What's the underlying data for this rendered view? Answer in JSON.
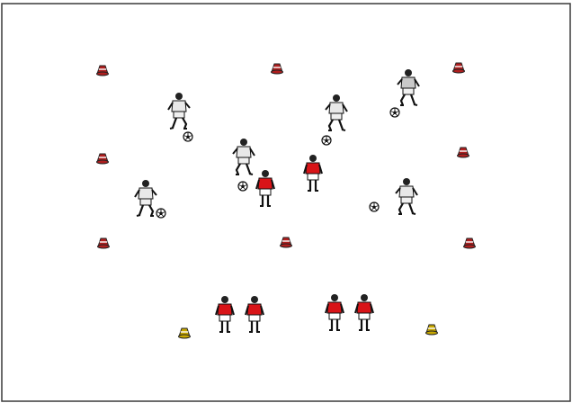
{
  "diagram": {
    "colors": {
      "background": "#ffffff",
      "border": "#3a3a3a",
      "red_cone": "#b01e1e",
      "yellow_cone": "#c8a800",
      "red_kit": "#d81418",
      "white_kit": "#e8e8e8",
      "grey_kit": "#c9c9c9",
      "skin": "#222222",
      "ball": "#111111"
    },
    "cones": [
      {
        "color": "red"
      },
      {
        "color": "red"
      },
      {
        "color": "red"
      },
      {
        "color": "red"
      },
      {
        "color": "red"
      },
      {
        "color": "red"
      },
      {
        "color": "red"
      },
      {
        "color": "red"
      },
      {
        "color": "yellow"
      },
      {
        "color": "yellow"
      }
    ],
    "players": [
      {
        "team": "white",
        "role": "dribbler"
      },
      {
        "team": "white",
        "role": "dribbler"
      },
      {
        "team": "white",
        "role": "dribbler"
      },
      {
        "team": "white",
        "role": "dribbler"
      },
      {
        "team": "white",
        "role": "dribbler"
      },
      {
        "team": "grey",
        "role": "dribbler"
      },
      {
        "team": "red",
        "role": "defender"
      },
      {
        "team": "red",
        "role": "defender"
      },
      {
        "team": "red",
        "role": "waiting"
      },
      {
        "team": "red",
        "role": "waiting"
      },
      {
        "team": "red",
        "role": "waiting"
      },
      {
        "team": "red",
        "role": "waiting"
      }
    ],
    "balls": [
      {
        "icon": "soccer-ball-icon"
      },
      {
        "icon": "soccer-ball-icon"
      },
      {
        "icon": "soccer-ball-icon"
      },
      {
        "icon": "soccer-ball-icon"
      },
      {
        "icon": "soccer-ball-icon"
      },
      {
        "icon": "soccer-ball-icon"
      }
    ]
  }
}
